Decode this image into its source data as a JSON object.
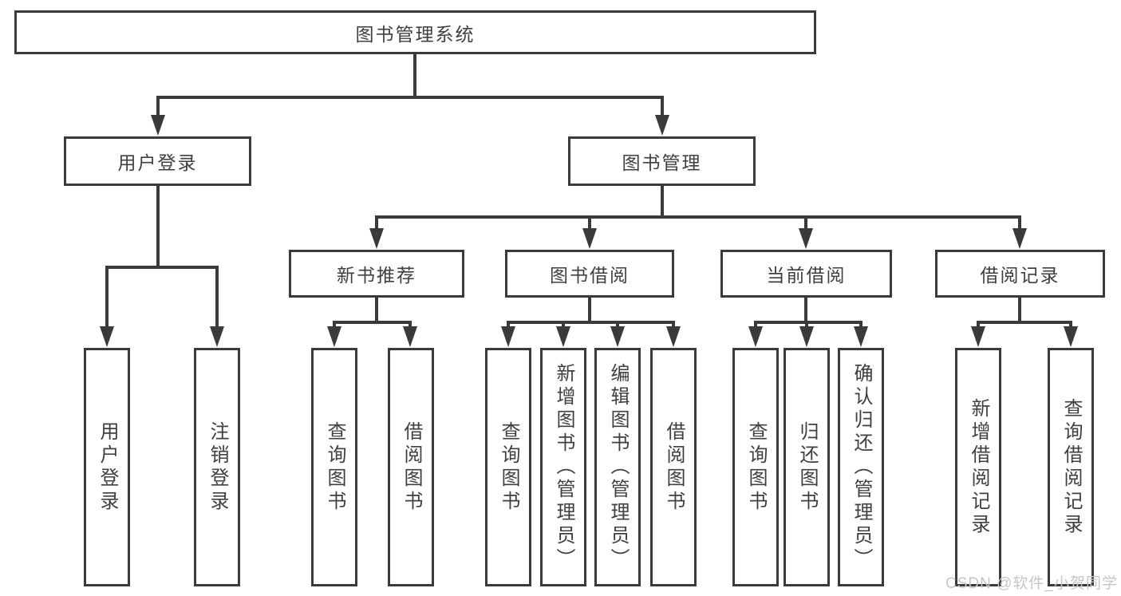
{
  "colors": {
    "line": "#3a3a3a",
    "box_border": "#3a3a3a",
    "text": "#3f3f3f",
    "watermark_text": "#c6c6c6",
    "background": "#ffffff"
  },
  "diagram": {
    "root": {
      "label": "图书管理系统"
    },
    "level2": {
      "user_login": {
        "label": "用户登录"
      },
      "book_management": {
        "label": "图书管理"
      }
    },
    "level3": {
      "new_book_recommend": {
        "label": "新书推荐",
        "parent": "图书管理"
      },
      "book_borrow": {
        "label": "图书借阅",
        "parent": "图书管理"
      },
      "current_borrow": {
        "label": "当前借阅",
        "parent": "图书管理"
      },
      "borrow_record": {
        "label": "借阅记录",
        "parent": "图书管理"
      }
    },
    "leaves": {
      "user_login": [
        "用户登录",
        "注销登录"
      ],
      "new_book_recommend": [
        "查询图书",
        "借阅图书"
      ],
      "book_borrow": [
        "查询图书",
        "新增图书（管理员）",
        "编辑图书（管理员）",
        "借阅图书"
      ],
      "current_borrow": [
        "查询图书",
        "归还图书",
        "确认归还（管理员）"
      ],
      "borrow_record": [
        "新增借阅记录",
        "查询借阅记录"
      ]
    },
    "watermark": "CSDN @软件_小贺同学"
  }
}
